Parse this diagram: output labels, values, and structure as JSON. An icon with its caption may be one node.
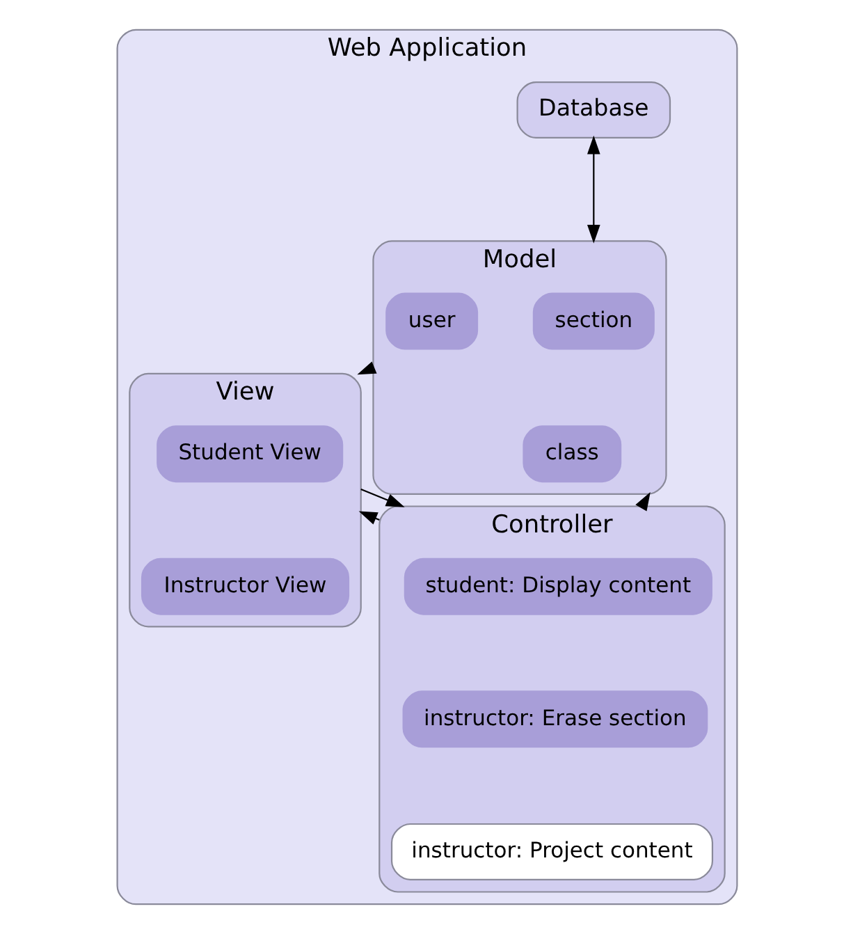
{
  "diagram": {
    "nodes": [
      {
        "text": [
          "Web Application"
        ]
      },
      {
        "text": [
          "Database"
        ],
        "in": 0
      },
      {
        "text": [
          "Model"
        ],
        "in": 0
      },
      {
        "text": [
          "section"
        ],
        "in": 2
      },
      {
        "text": [
          "class"
        ],
        "in": 2
      },
      {
        "text": [
          "user"
        ],
        "in": 2
      },
      {
        "text": [
          "View"
        ],
        "in": 0
      },
      {
        "text": [
          "Student View"
        ],
        "in": 6
      },
      {
        "text": [
          "Instructor View"
        ],
        "in": 6
      },
      {
        "text": [
          "Controller"
        ],
        "in": 0
      },
      {
        "text": [
          "student: Display content"
        ],
        "in": 9
      },
      {
        "text": [
          "instructor: Erase section"
        ],
        "in": 9
      },
      {
        "text": [
          "instructor: Project content"
        ],
        "in": 9
      }
    ],
    "edges": [
      {
        "from": 1,
        "to": 2,
        "arrow": "both"
      },
      {
        "from": 2,
        "to": 6,
        "arrow": "to"
      },
      {
        "from": 9,
        "to": 2,
        "arrow": "to"
      },
      {
        "from": 6,
        "to": 9,
        "arrow": "to"
      },
      {
        "from": 9,
        "to": 6,
        "arrow": "to"
      }
    ]
  }
}
